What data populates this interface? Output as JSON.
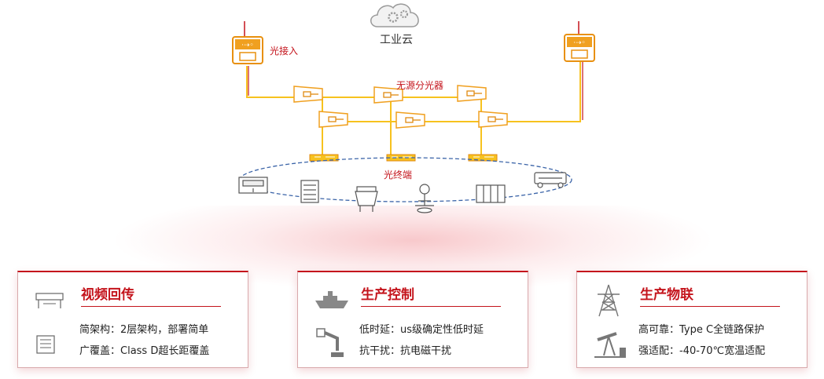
{
  "diagram": {
    "cloud_label": "工业云",
    "optical_access_label": "光接入",
    "splitter_label": "无源分光器",
    "terminal_label": "光终端",
    "colors": {
      "fiber": "#f7c21e",
      "accent": "#c4141c",
      "onu": "#f0a020"
    }
  },
  "cards": [
    {
      "title": "视频回传",
      "lines": [
        "简架构：2层架构，部署简单",
        "广覆盖：Class D超长距覆盖"
      ],
      "icons": [
        "etc-gate-icon",
        "camera-cabinet-icon"
      ]
    },
    {
      "title": "生产控制",
      "lines": [
        "低时延：us级确定性低时延",
        "抗干扰：抗电磁干扰"
      ],
      "icons": [
        "ship-icon",
        "robot-arm-icon"
      ]
    },
    {
      "title": "生产物联",
      "lines": [
        "高可靠：Type C全链路保护",
        "强适配：-40-70℃宽温适配"
      ],
      "icons": [
        "power-tower-icon",
        "oil-pump-icon"
      ]
    }
  ]
}
